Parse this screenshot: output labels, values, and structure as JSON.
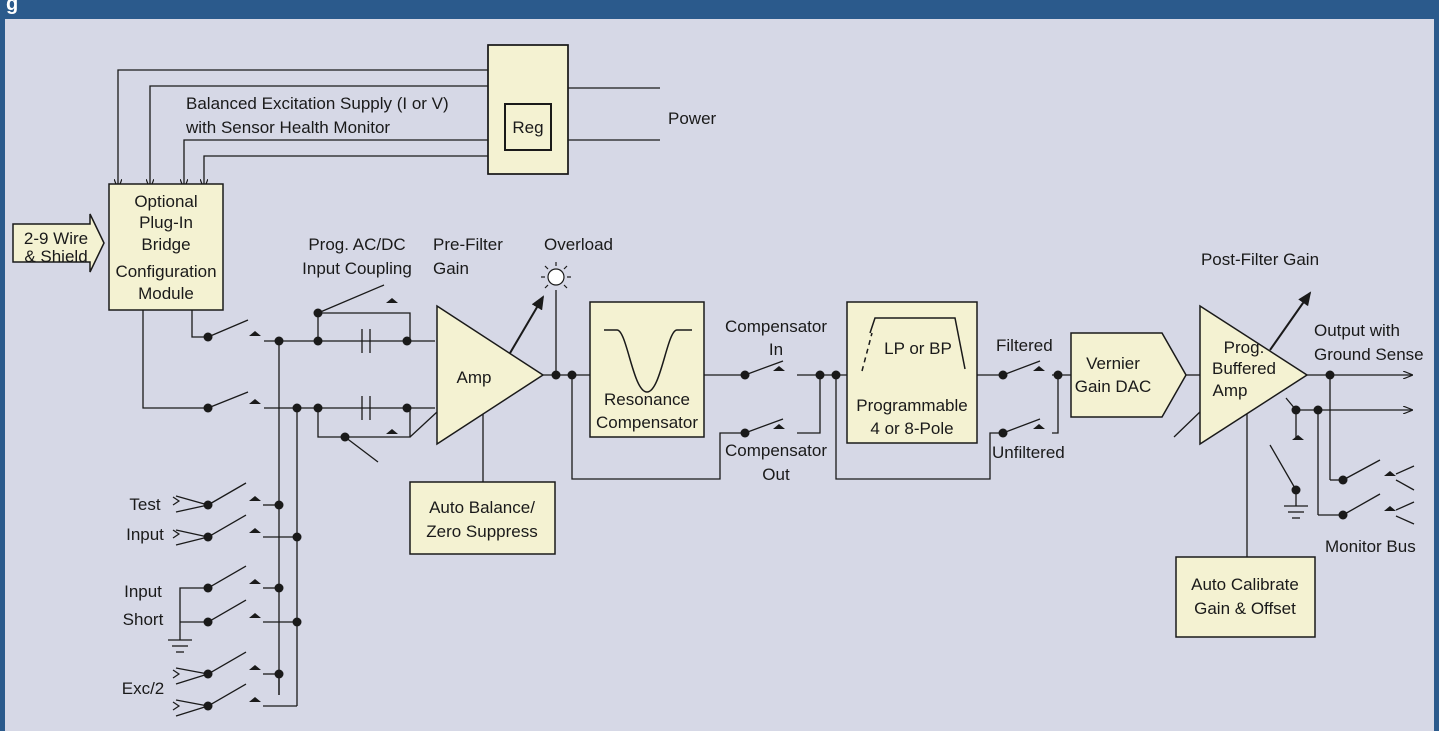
{
  "header": {
    "title": "g"
  },
  "colors": {
    "header": "#2b5a8c",
    "canvas": "#d6d8e6",
    "box": "#f4f2d2",
    "line": "#1a1a1a"
  },
  "labels": {
    "excitation_line1": "Balanced Excitation Supply (I or V)",
    "excitation_line2": "with Sensor Health Monitor",
    "reg": "Reg",
    "power": "Power",
    "module_line1": "Optional",
    "module_line2": "Plug-In",
    "module_line3": "Bridge",
    "module_line4": "Configuration",
    "module_line5": "Module",
    "wire_line1": "2-9 Wire",
    "wire_line2": "& Shield",
    "coupling_line1": "Prog. AC/DC",
    "coupling_line2": "Input Coupling",
    "prefilter_line1": "Pre-Filter",
    "prefilter_line2": "Gain",
    "overload": "Overload",
    "amp": "Amp",
    "resonance_line1": "Resonance",
    "resonance_line2": "Compensator",
    "comp_in_line1": "Compensator",
    "comp_in_line2": "In",
    "comp_out_line1": "Compensator",
    "comp_out_line2": "Out",
    "filter_type": "LP or BP",
    "filter_line1": "Programmable",
    "filter_line2": "4 or 8-Pole",
    "filtered": "Filtered",
    "unfiltered": "Unfiltered",
    "vernier_line1": "Vernier",
    "vernier_line2": "Gain DAC",
    "postfilter": "Post-Filter Gain",
    "buffered_line1": "Prog.",
    "buffered_line2": "Buffered",
    "buffered_line3": "Amp",
    "output_line1": "Output with",
    "output_line2": "Ground Sense",
    "monitor_bus": "Monitor Bus",
    "auto_balance_line1": "Auto Balance/",
    "auto_balance_line2": "Zero Suppress",
    "auto_cal_line1": "Auto Calibrate",
    "auto_cal_line2": "Gain & Offset",
    "test_line1": "Test",
    "test_line2": "Input",
    "short_line1": "Input",
    "short_line2": "Short",
    "exc2": "Exc/2"
  }
}
